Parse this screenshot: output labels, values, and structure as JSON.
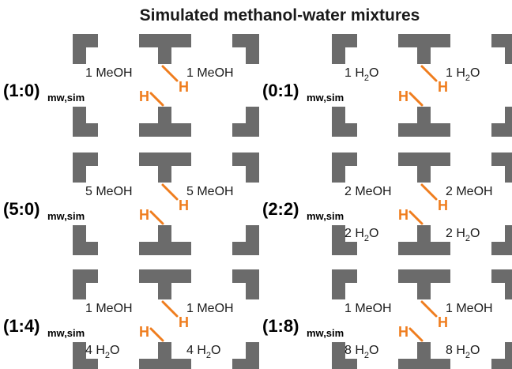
{
  "title": "Simulated methanol-water mixtures",
  "colors": {
    "block": "#6b6b6b",
    "hydrogen": "#ef7d1e",
    "text": "#1a1a1a"
  },
  "panels": [
    {
      "ratio": "(1:0)",
      "subscript": "mw,sim",
      "upper_left": "1 MeOH",
      "upper_right": "1 MeOH",
      "lower_left": "",
      "lower_right": ""
    },
    {
      "ratio": "(0:1)",
      "subscript": "mw,sim",
      "upper_left": "1 H|2|O",
      "upper_right": "1 H|2|O",
      "lower_left": "",
      "lower_right": ""
    },
    {
      "ratio": "(5:0)",
      "subscript": "mw,sim",
      "upper_left": "5 MeOH",
      "upper_right": "5 MeOH",
      "lower_left": "",
      "lower_right": ""
    },
    {
      "ratio": "(2:2)",
      "subscript": "mw,sim",
      "upper_left": "2 MeOH",
      "upper_right": "2 MeOH",
      "lower_left": "2 H|2|O",
      "lower_right": "2 H|2|O"
    },
    {
      "ratio": "(1:4)",
      "subscript": "mw,sim",
      "upper_left": "1 MeOH",
      "upper_right": "1 MeOH",
      "lower_left": "4 H|2|O",
      "lower_right": "4 H|2|O"
    },
    {
      "ratio": "(1:8)",
      "subscript": "mw,sim",
      "upper_left": "1 MeOH",
      "upper_right": "1 MeOH",
      "lower_left": "8 H|2|O",
      "lower_right": "8 H|2|O"
    }
  ],
  "hydrogen_label": "H"
}
